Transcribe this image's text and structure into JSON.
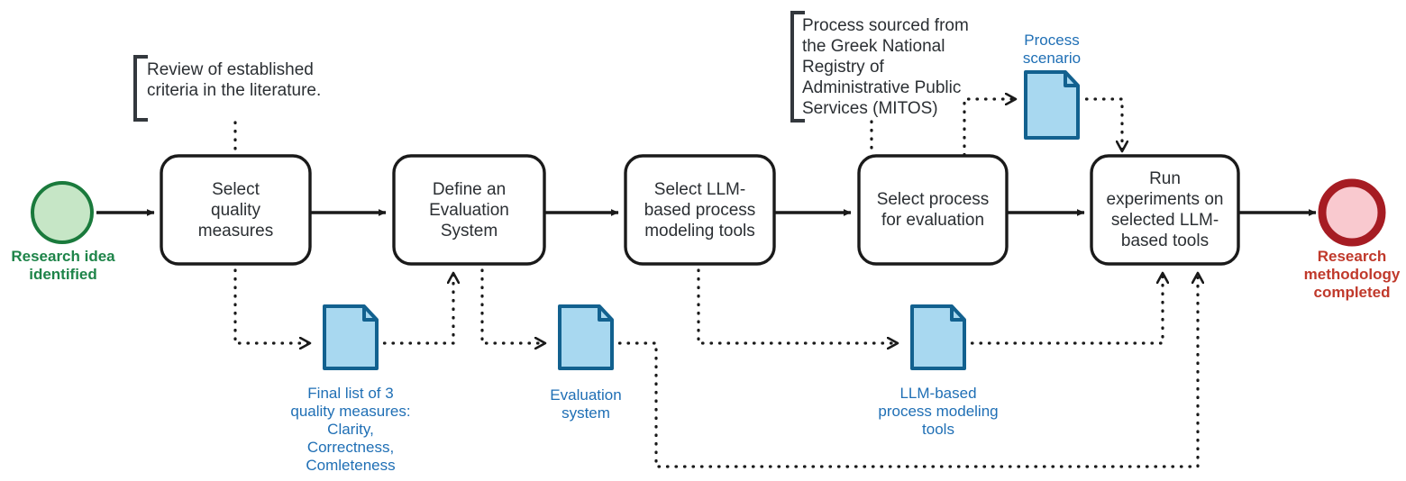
{
  "diagram": {
    "title": "Research methodology BPMN process",
    "type": "bpmn-process-flow",
    "colors": {
      "start_fill": "#c6e6c6",
      "start_stroke": "#1a7a3c",
      "start_text": "#1e8449",
      "end_fill": "#f9c9cf",
      "end_stroke": "#a61c23",
      "end_text": "#c0392b",
      "task_fill": "#ffffff",
      "task_stroke": "#1a1a1a",
      "task_text": "#2b2f33",
      "dataobj_fill": "#a8d8f0",
      "dataobj_stroke": "#12618f",
      "dataobj_text": "#1f6fb5",
      "flow_stroke": "#1a1a1a",
      "association_stroke": "#1a1a1a",
      "background": "#ffffff"
    }
  },
  "events": {
    "start": {
      "name": "start-event",
      "label": "Research idea\nidentified"
    },
    "end": {
      "name": "end-event",
      "label": "Research\nmethodology\ncompleted"
    }
  },
  "tasks": [
    {
      "id": "task-select-quality-measures",
      "label": "Select\nquality\nmeasures"
    },
    {
      "id": "task-define-evaluation-system",
      "label": "Define an\nEvaluation\nSystem"
    },
    {
      "id": "task-select-llm-tools",
      "label": "Select LLM-\nbased process\nmodeling tools"
    },
    {
      "id": "task-select-process",
      "label": "Select process\nfor evaluation"
    },
    {
      "id": "task-run-experiments",
      "label": "Run\nexperiments on\nselected LLM-\nbased tools"
    }
  ],
  "data_objects": [
    {
      "id": "data-final-list-quality-measures",
      "label": "Final list of 3\nquality measures:\nClarity,\nCorrectness,\nComleteness"
    },
    {
      "id": "data-evaluation-system",
      "label": "Evaluation\nsystem"
    },
    {
      "id": "data-llm-tools",
      "label": "LLM-based\nprocess modeling\ntools"
    },
    {
      "id": "data-process-scenario",
      "label": "Process\nscenario"
    }
  ],
  "annotations": [
    {
      "id": "annotation-literature-review",
      "text": "Review of established\ncriteria in the literature."
    },
    {
      "id": "annotation-mitos",
      "text": "Process sourced from\nthe Greek National\nRegistry of\nAdministrative Public\nServices (MITOS)"
    }
  ]
}
